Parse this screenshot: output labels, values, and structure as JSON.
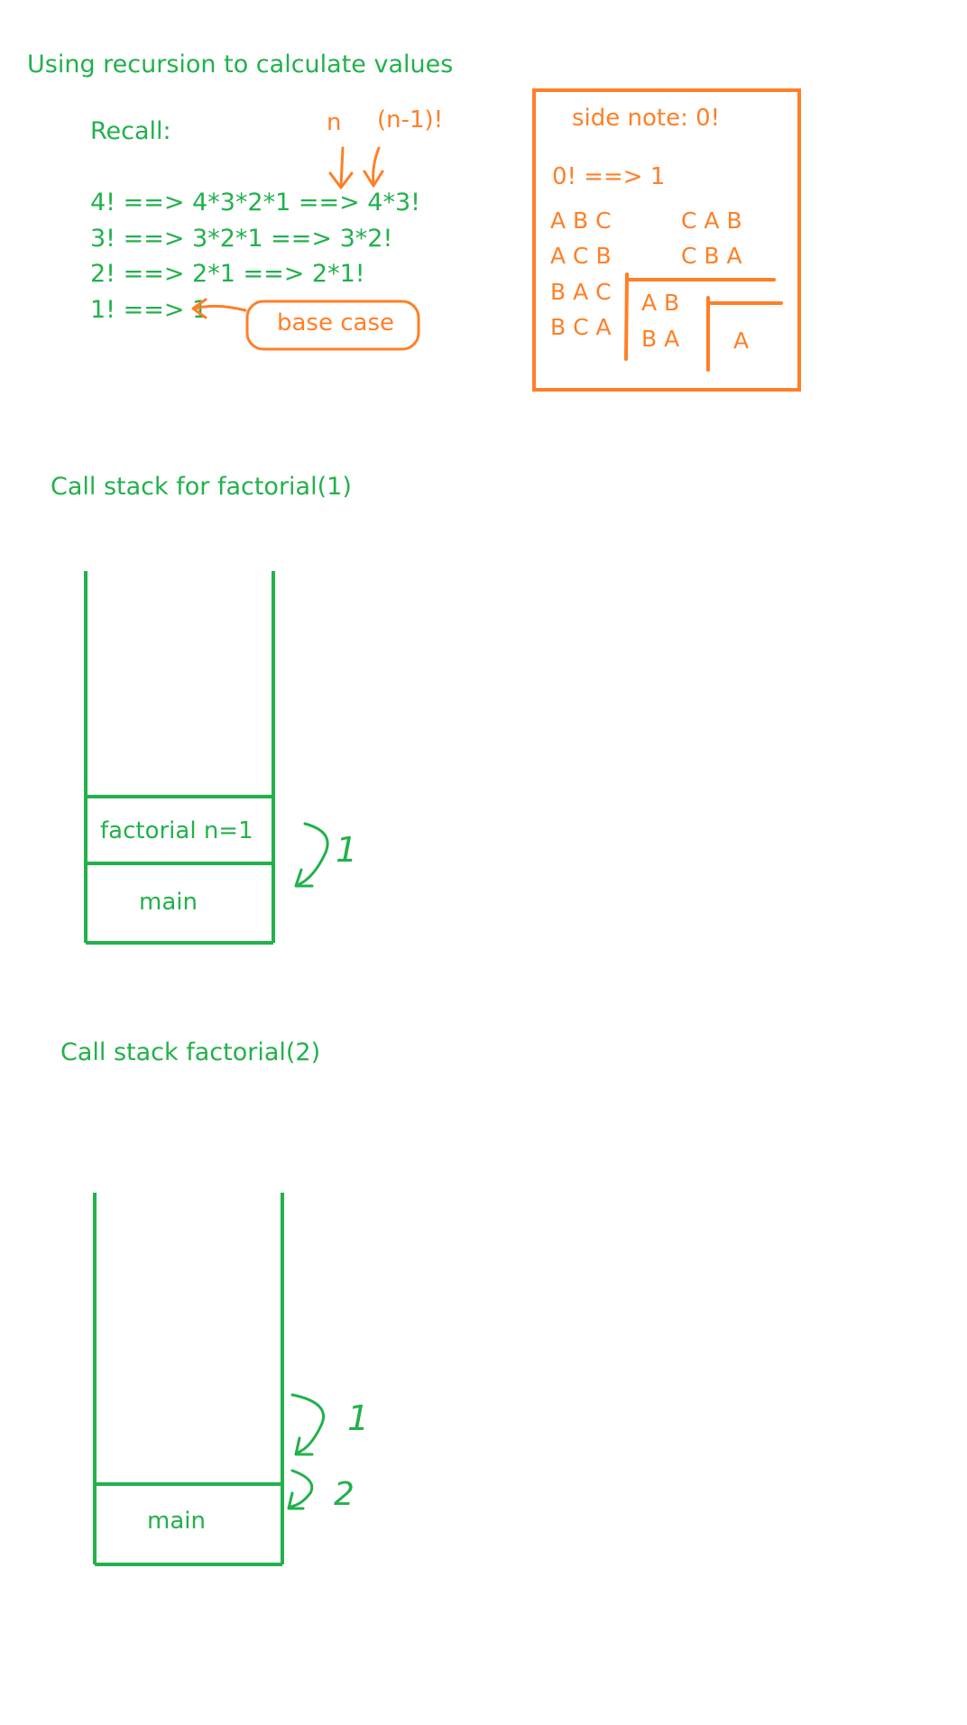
{
  "title": "Using recursion to calculate values",
  "recall": {
    "label": "Recall:",
    "annot_n": "n",
    "annot_n_minus_1": "(n-1)!",
    "lines": [
      "4!  ==> 4*3*2*1 ==> 4*3!",
      "3! ==> 3*2*1      ==>  3*2!",
      "2! ==> 2*1          ==> 2*1!",
      "1! ==> 1"
    ],
    "base_case": "base case"
  },
  "side_note": {
    "title": "side note: 0!",
    "zero_fact": "0! ==> 1",
    "perms_col1": [
      "A B C",
      "A C B",
      "B A C",
      "B C A"
    ],
    "perms_col2": [
      "C A B",
      "C B A"
    ],
    "perms_col3": [
      "A B",
      "B A"
    ],
    "perms_col4": [
      "A"
    ]
  },
  "stack1": {
    "title": "Call stack for factorial(1)",
    "frames": [
      "factorial  n=1",
      "main"
    ],
    "arrow_label": "1"
  },
  "stack2": {
    "title": "Call stack factorial(2)",
    "frames": [
      "main"
    ],
    "arrow_labels": [
      "1",
      "2"
    ]
  },
  "colors": {
    "green": "#22b14c",
    "orange": "#ff7f27"
  }
}
